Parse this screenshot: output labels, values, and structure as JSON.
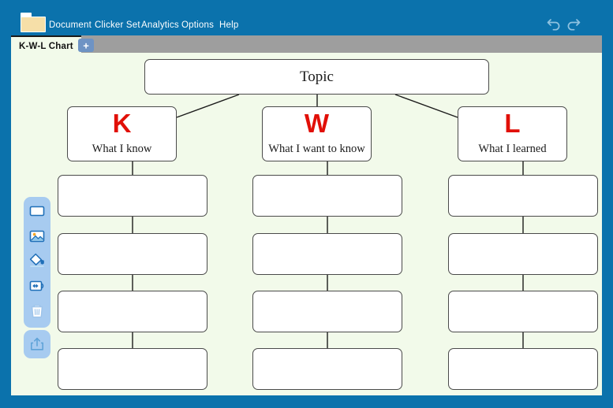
{
  "app": {
    "accent_blue": "#0b72ac",
    "canvas_bg": "#f2faea",
    "tabbar_gray": "#9e9e9e",
    "letter_red": "#e10f07"
  },
  "menubar": {
    "folder_icon": "folder-icon",
    "items": [
      {
        "label": "Document",
        "name": "menu-document"
      },
      {
        "label": "Clicker Set",
        "name": "menu-clicker-set"
      },
      {
        "label": "Analytics",
        "name": "menu-analytics"
      },
      {
        "label": "Options",
        "name": "menu-options"
      },
      {
        "label": "Help",
        "name": "menu-help"
      }
    ],
    "undo_icon": "undo-icon",
    "redo_icon": "redo-icon"
  },
  "tabs": {
    "active": "K-W-L Chart",
    "add_label": "+"
  },
  "toolbar": {
    "tools": [
      {
        "name": "shape-rectangle-icon",
        "label": "Rectangle"
      },
      {
        "name": "image-icon",
        "label": "Picture"
      },
      {
        "name": "paint-bucket-icon",
        "label": "Fill colour"
      },
      {
        "name": "sound-icon",
        "label": "Sound"
      },
      {
        "name": "trash-icon",
        "label": "Delete"
      }
    ],
    "share": {
      "name": "share-export-icon",
      "label": "Share"
    }
  },
  "chart": {
    "topic": {
      "label": "Topic"
    },
    "columns": [
      {
        "key": "k",
        "letter": "K",
        "subtitle": "What I know",
        "cells": [
          "",
          "",
          "",
          ""
        ]
      },
      {
        "key": "w",
        "letter": "W",
        "subtitle": "What I want to know",
        "cells": [
          "",
          "",
          "",
          ""
        ]
      },
      {
        "key": "l",
        "letter": "L",
        "subtitle": "What I learned",
        "cells": [
          "",
          "",
          "",
          ""
        ]
      }
    ]
  }
}
